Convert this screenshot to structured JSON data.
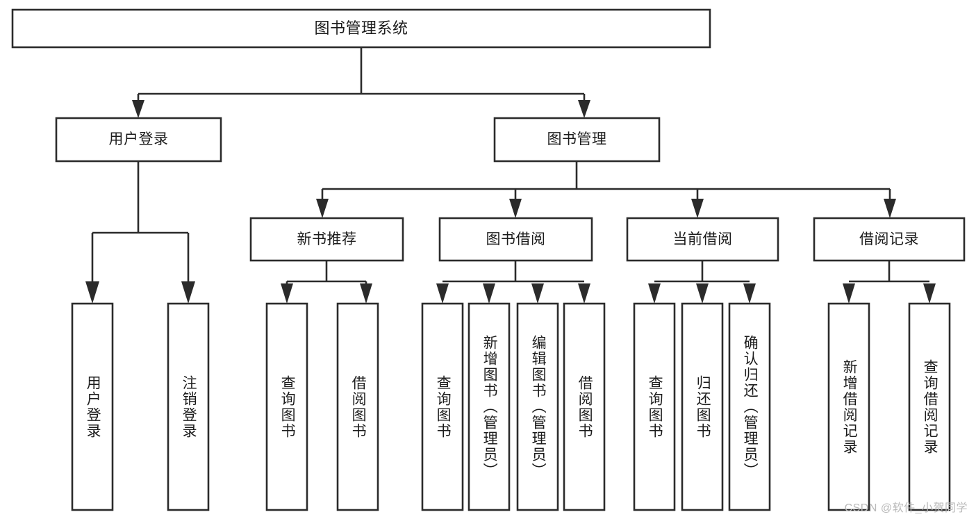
{
  "diagram": {
    "title": "图书管理系统",
    "watermark": "CSDN @软件_小贺同学",
    "stroke_color": "#2b2b2b",
    "fill_color": "#ffffff",
    "text_color": "#1c1c1c",
    "background": "#ffffff",
    "type": "tree",
    "levels": [
      {
        "level": 1,
        "nodes": [
          {
            "id": "root",
            "label": "图书管理系统",
            "orientation": "horizontal"
          }
        ]
      },
      {
        "level": 2,
        "nodes": [
          {
            "id": "login",
            "label": "用户登录",
            "orientation": "horizontal",
            "parent": "root"
          },
          {
            "id": "bookmgmt",
            "label": "图书管理",
            "orientation": "horizontal",
            "parent": "root"
          }
        ]
      },
      {
        "level": 3,
        "nodes": [
          {
            "id": "newbook",
            "label": "新书推荐",
            "orientation": "horizontal",
            "parent": "bookmgmt"
          },
          {
            "id": "borrow",
            "label": "图书借阅",
            "orientation": "horizontal",
            "parent": "bookmgmt"
          },
          {
            "id": "current",
            "label": "当前借阅",
            "orientation": "horizontal",
            "parent": "bookmgmt"
          },
          {
            "id": "records",
            "label": "借阅记录",
            "orientation": "horizontal",
            "parent": "bookmgmt"
          }
        ]
      },
      {
        "level": 4,
        "nodes": [
          {
            "id": "leaf1",
            "label": "用户登录",
            "orientation": "vertical",
            "parent": "login"
          },
          {
            "id": "leaf2",
            "label": "注销登录",
            "orientation": "vertical",
            "parent": "login"
          },
          {
            "id": "leaf3",
            "label": "查询图书",
            "orientation": "vertical",
            "parent": "newbook"
          },
          {
            "id": "leaf4",
            "label": "借阅图书",
            "orientation": "vertical",
            "parent": "newbook"
          },
          {
            "id": "leaf5",
            "label": "查询图书",
            "orientation": "vertical",
            "parent": "borrow"
          },
          {
            "id": "leaf6",
            "label": "新增图书（管理员）",
            "orientation": "vertical",
            "parent": "borrow"
          },
          {
            "id": "leaf7",
            "label": "编辑图书（管理员）",
            "orientation": "vertical",
            "parent": "borrow"
          },
          {
            "id": "leaf8",
            "label": "借阅图书",
            "orientation": "vertical",
            "parent": "borrow"
          },
          {
            "id": "leaf9",
            "label": "查询图书",
            "orientation": "vertical",
            "parent": "current"
          },
          {
            "id": "leaf10",
            "label": "归还图书",
            "orientation": "vertical",
            "parent": "current"
          },
          {
            "id": "leaf11",
            "label": "确认归还（管理员）",
            "orientation": "vertical",
            "parent": "current"
          },
          {
            "id": "leaf12",
            "label": "新增借阅记录",
            "orientation": "vertical",
            "parent": "records"
          },
          {
            "id": "leaf13",
            "label": "查询借阅记录",
            "orientation": "vertical",
            "parent": "records"
          }
        ]
      }
    ]
  }
}
